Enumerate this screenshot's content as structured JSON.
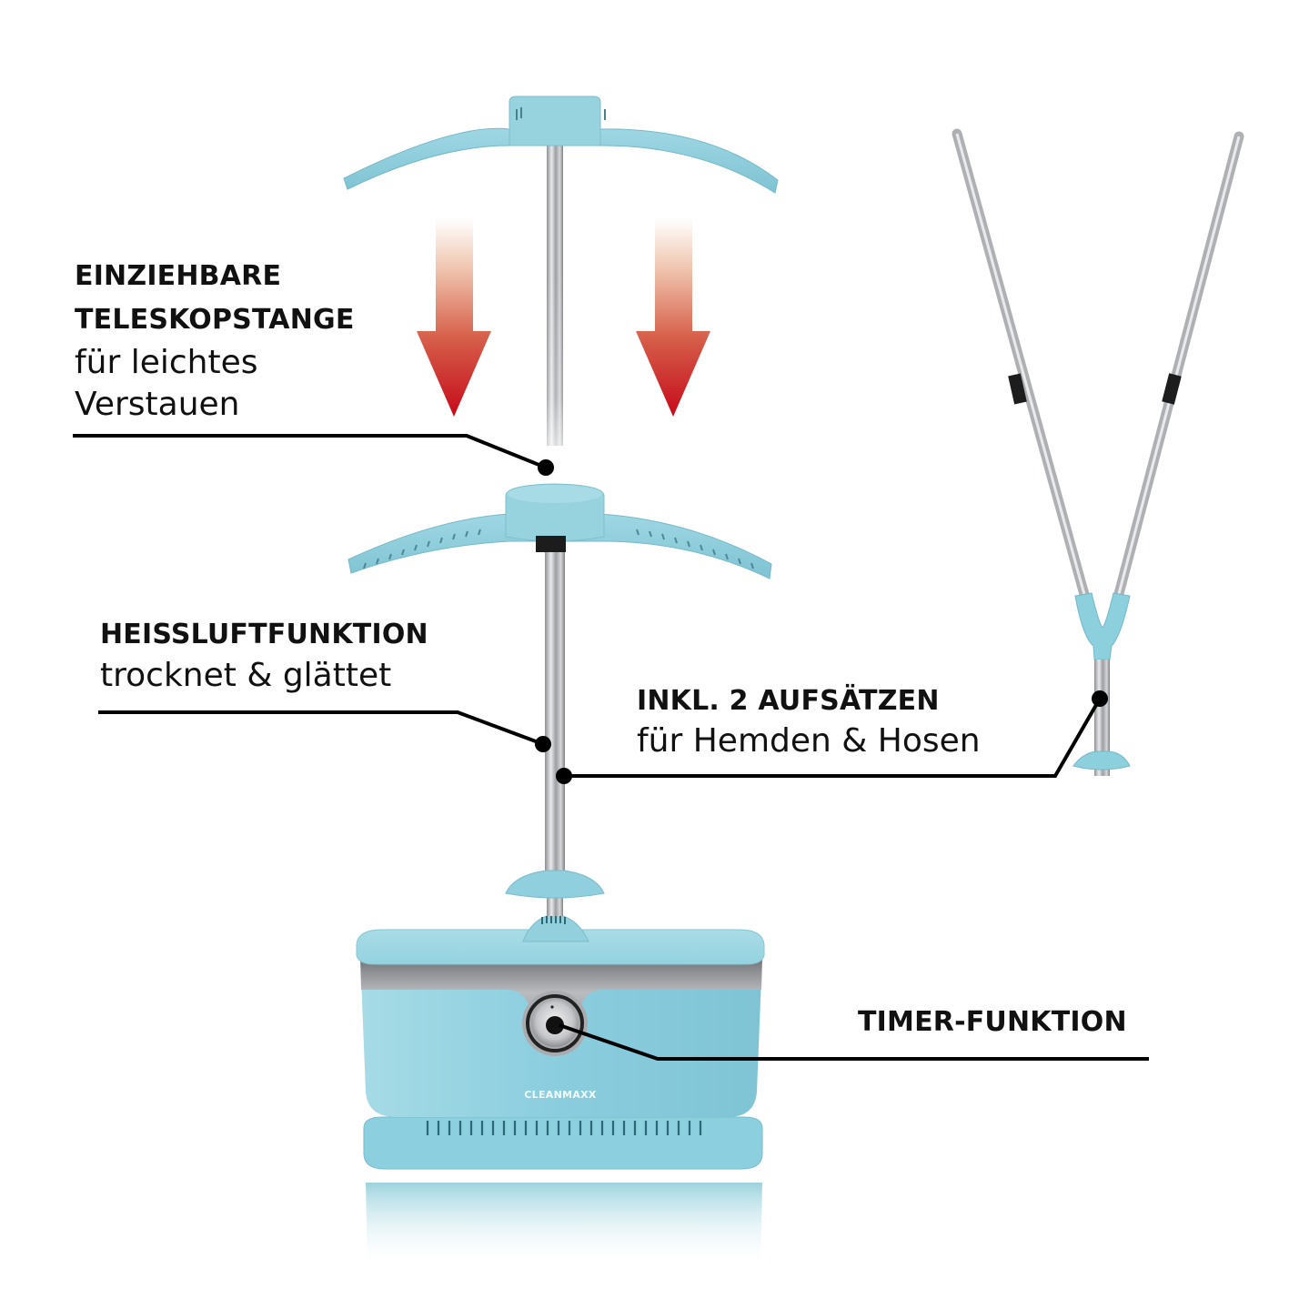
{
  "product": {
    "brand_logo": "CLEANMAXX",
    "body_color": "#8ccfdd",
    "body_color_dark": "#6fbccb",
    "accent_arrow_color": "#c8101c",
    "pole_color": "#a9aaad"
  },
  "callouts": [
    {
      "id": "telescope",
      "heading_line1": "EINZIEHBARE",
      "heading_line2": "TELESKOPSTANGE",
      "text_line1": "für leichtes",
      "text_line2": "Verstauen"
    },
    {
      "id": "hotair",
      "heading": "HEISSLUFTFUNKTION",
      "text": "trocknet & glättet"
    },
    {
      "id": "attachments",
      "heading": "INKL. 2 AUFSÄTZEN",
      "text": "für Hemden & Hosen"
    },
    {
      "id": "timer",
      "heading": "TIMER-FUNKTION"
    }
  ],
  "icons": {
    "retract_arrows": "arrow-down-icon",
    "leader_dot": "dot-icon",
    "timer_knob": "dial-icon"
  }
}
